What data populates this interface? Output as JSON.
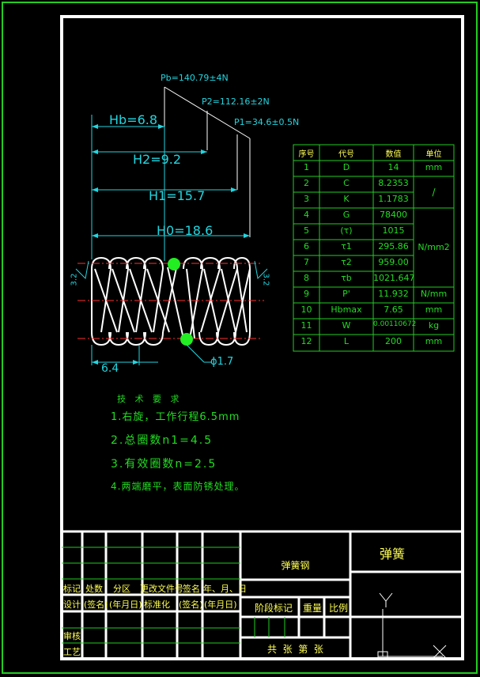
{
  "dimensions": {
    "pb": "Pb=140.79±4N",
    "p2": "P2=112.16±2N",
    "p1": "P1=34.6±0.5N",
    "hb": "Hb=6.8",
    "h2": "H2=9.2",
    "h1": "H1=15.7",
    "h0": "H0=18.6",
    "pitch": "6.4",
    "wire_dia": "ϕ1.7",
    "roughness_left": "3.2",
    "roughness_right": "3.2"
  },
  "param_table": {
    "headers": [
      "序号",
      "代号",
      "数值",
      "单位"
    ],
    "rows": [
      {
        "no": "1",
        "sym": "D",
        "val": "14",
        "unit": "mm"
      },
      {
        "no": "2",
        "sym": "C",
        "val": "8.2353",
        "unit": ""
      },
      {
        "no": "3",
        "sym": "K",
        "val": "1.1783",
        "unit": ""
      },
      {
        "no": "4",
        "sym": "G",
        "val": "78400",
        "unit": ""
      },
      {
        "no": "5",
        "sym": "(τ)",
        "val": "1015",
        "unit": ""
      },
      {
        "no": "6",
        "sym": "τ1",
        "val": "295.86",
        "unit": ""
      },
      {
        "no": "7",
        "sym": "τ2",
        "val": "959.00",
        "unit": ""
      },
      {
        "no": "8",
        "sym": "τb",
        "val": "1021.647",
        "unit": ""
      },
      {
        "no": "9",
        "sym": "P'",
        "val": "11.932",
        "unit": "N/mm"
      },
      {
        "no": "10",
        "sym": "Hbmax",
        "val": "7.65",
        "unit": "mm"
      },
      {
        "no": "11",
        "sym": "W",
        "val": "0.00110672",
        "unit": "kg"
      },
      {
        "no": "12",
        "sym": "L",
        "val": "200",
        "unit": "mm"
      }
    ],
    "merged_unit_slash": "/",
    "merged_unit_stress": "N/mm2"
  },
  "requirements": {
    "title": "技 术 要 求",
    "items": [
      "1.右旋，工作行程6.5mm",
      "2.总圈数n1=4.5",
      "3.有效圈数n=2.5",
      "4.两端磨平，表面防锈处理。"
    ]
  },
  "title_block": {
    "material": "弹簧钢",
    "part_name": "弹簧",
    "row_labels": [
      "标记",
      "处数",
      "分区",
      "更改文件号",
      "签名",
      "年、月、日"
    ],
    "design_row": [
      "设计",
      "(签名)",
      "(年月日)",
      "标准化",
      "(签名)",
      "(年月日)"
    ],
    "check": "审核",
    "process": "工艺",
    "stage": "阶段标记",
    "weight": "重量",
    "scale": "比例",
    "sheets": "共  张  第  张"
  }
}
